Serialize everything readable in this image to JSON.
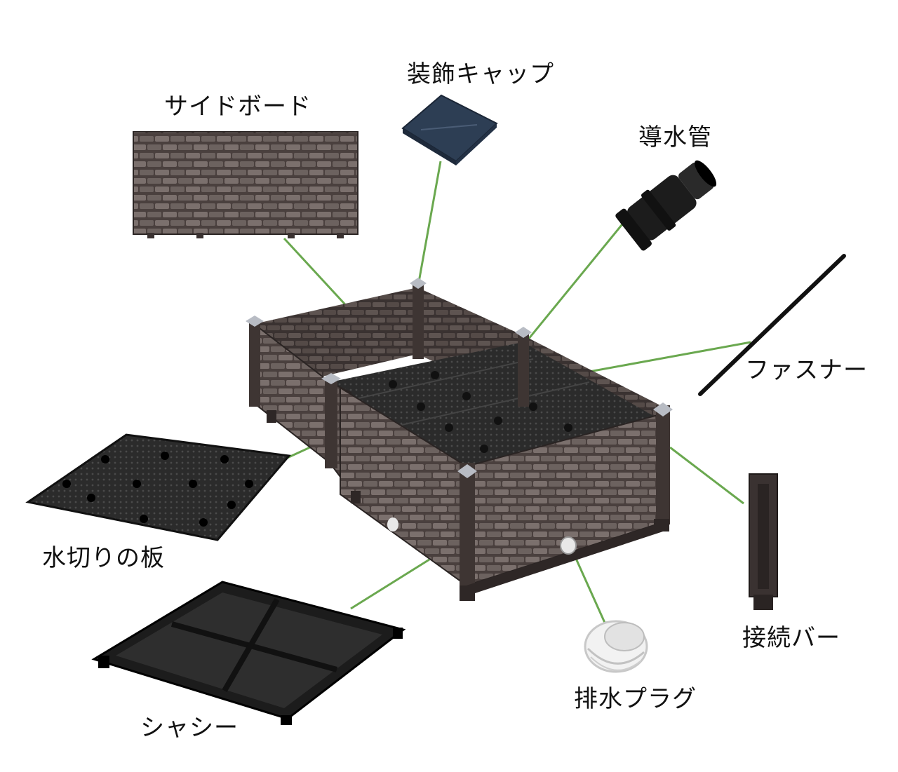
{
  "labels": {
    "side_board": "サイドボード",
    "decorative_cap": "装飾キャップ",
    "water_pipe": "導水管",
    "fastener": "ファスナー",
    "drain_board": "水切りの板",
    "connecting_bar": "接続バー",
    "chassis": "シャシー",
    "drain_plug": "排水プラグ"
  },
  "colors": {
    "leader_line": "#6aa84f",
    "planter_body": "#5a4f4d",
    "weave_dark": "#3a3231",
    "weave_light": "#7b706d",
    "black_part": "#1c1c1c",
    "cap_blue": "#2d3e54",
    "plug_white": "#f2f2f2"
  }
}
